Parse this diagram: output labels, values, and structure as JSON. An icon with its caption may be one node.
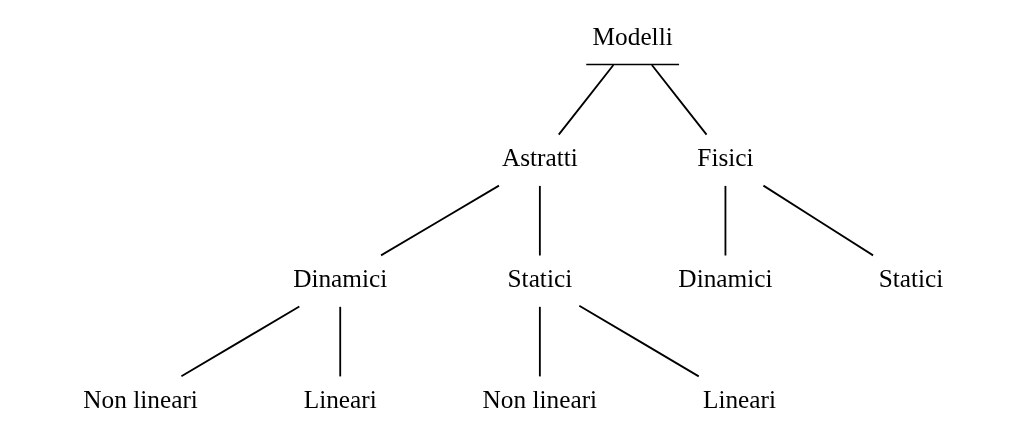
{
  "diagram": {
    "nodes": [
      {
        "text": [
          "Modelli"
        ]
      },
      {
        "text": [
          "Astratti"
        ]
      },
      {
        "text": [
          "Fisici"
        ]
      },
      {
        "text": [
          "Dinamici"
        ]
      },
      {
        "text": [
          "Statici"
        ]
      },
      {
        "text": [
          "Dinamici"
        ]
      },
      {
        "text": [
          "Statici"
        ]
      },
      {
        "text": [
          "Non lineari"
        ]
      },
      {
        "text": [
          "Lineari"
        ]
      },
      {
        "text": [
          "Non lineari"
        ]
      },
      {
        "text": [
          "Lineari"
        ]
      }
    ],
    "edges": [
      {
        "from": 0,
        "to": 1,
        "arrow": "none"
      },
      {
        "from": 0,
        "to": 2,
        "arrow": "none"
      },
      {
        "from": 1,
        "to": 3,
        "arrow": "none"
      },
      {
        "from": 1,
        "to": 4,
        "arrow": "none"
      },
      {
        "from": 2,
        "to": 5,
        "arrow": "none"
      },
      {
        "from": 2,
        "to": 6,
        "arrow": "none"
      },
      {
        "from": 3,
        "to": 7,
        "arrow": "none"
      },
      {
        "from": 3,
        "to": 8,
        "arrow": "none"
      },
      {
        "from": 4,
        "to": 9,
        "arrow": "none"
      },
      {
        "from": 4,
        "to": 10,
        "arrow": "none"
      }
    ]
  }
}
